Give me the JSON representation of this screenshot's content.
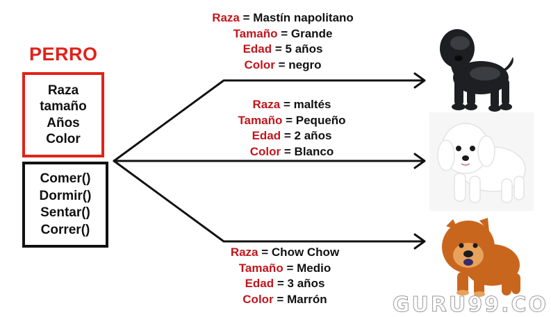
{
  "class_box": {
    "title": "PERRO",
    "attributes": [
      "Raza",
      "tamaño",
      "Años",
      "Color"
    ],
    "methods": [
      "Comer()",
      "Dormir()",
      "Sentar()",
      "Correr()"
    ]
  },
  "instances": [
    {
      "raza_key": "Raza",
      "raza_value": "Mastín napolitano",
      "tamano_key": "Tamaño",
      "tamano_value": "Grande",
      "edad_key": "Edad",
      "edad_value": "5 años",
      "color_key": "Color",
      "color_value": "negro",
      "image": "black-mastiff-puppy"
    },
    {
      "raza_key": "Raza",
      "raza_value": "maltés",
      "tamano_key": "Tamaño",
      "tamano_value": "Pequeño",
      "edad_key": "Edad",
      "edad_value": "2 años",
      "color_key": "Color",
      "color_value": "Blanco",
      "image": "white-maltese-puppy"
    },
    {
      "raza_key": "Raza",
      "raza_value": "Chow Chow",
      "tamano_key": "Tamaño",
      "tamano_value": "Medio",
      "edad_key": "Edad",
      "edad_value": "3 años",
      "color_key": "Color",
      "color_value": "Marrón",
      "image": "brown-chow-chow-puppy"
    }
  ],
  "watermark": "GURU99.CO",
  "colors": {
    "key": "#c0161d",
    "attr_border": "#e0221b",
    "method_border": "#111111"
  },
  "eq_sign": "="
}
